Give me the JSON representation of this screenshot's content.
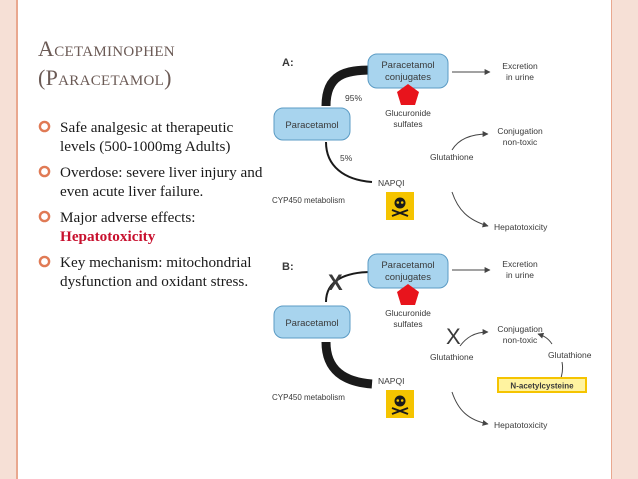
{
  "title": {
    "line1": "Acetaminophen",
    "line2": "(Paracetamol)"
  },
  "bullets": [
    {
      "text": "Safe analgesic at therapeutic levels (500-1000mg Adults)"
    },
    {
      "text": "Overdose: severe liver injury and even acute liver failure."
    },
    {
      "text": "Major adverse effects:",
      "highlight": "Hepatotoxicity"
    },
    {
      "text": "Key mechanism: mitochondrial dysfunction and oxidant stress."
    }
  ],
  "diagram": {
    "panel_a": {
      "label": "A:",
      "paracetamol": "Paracetamol",
      "conjugates_line1": "Paracetamol",
      "conjugates_line2": "conjugates",
      "pct_major": "95%",
      "pct_minor": "5%",
      "glucuronide_line1": "Glucuronide",
      "glucuronide_line2": "sulfates",
      "excretion_line1": "Excretion",
      "excretion_line2": "in urine",
      "conjugation_line1": "Conjugation",
      "conjugation_line2": "non-toxic",
      "glutathione": "Glutathione",
      "napqi": "NAPQI",
      "cyp": "CYP450 metabolism",
      "hepatotoxicity": "Hepatotoxicity"
    },
    "panel_b": {
      "label": "B:",
      "paracetamol": "Paracetamol",
      "conjugates_line1": "Paracetamol",
      "conjugates_line2": "conjugates",
      "block_mark": "X",
      "glucuronide_line1": "Glucuronide",
      "glucuronide_line2": "sulfates",
      "excretion_line1": "Excretion",
      "excretion_line2": "in urine",
      "conjugation_line1": "Conjugation",
      "conjugation_line2": "non-toxic",
      "glutathione_left": "Glutathione",
      "glutathione_right": "Glutathione",
      "napqi": "NAPQI",
      "cyp": "CYP450 metabolism",
      "nac": "N-acetylcysteine",
      "hepatotoxicity": "Hepatotoxicity"
    }
  },
  "colors": {
    "box_fill": "#a8d4ee",
    "box_stroke": "#5b9bc4",
    "pentagon": "#e8141c",
    "hazard_bg": "#f5c400",
    "nac_bg": "#fff3a0",
    "nac_border": "#f5c400",
    "nac_text": "#c8102e",
    "frame": "#f6e0d6",
    "frame_line": "#e9a88f",
    "title": "#6b5a55",
    "highlight": "#c8102e"
  }
}
